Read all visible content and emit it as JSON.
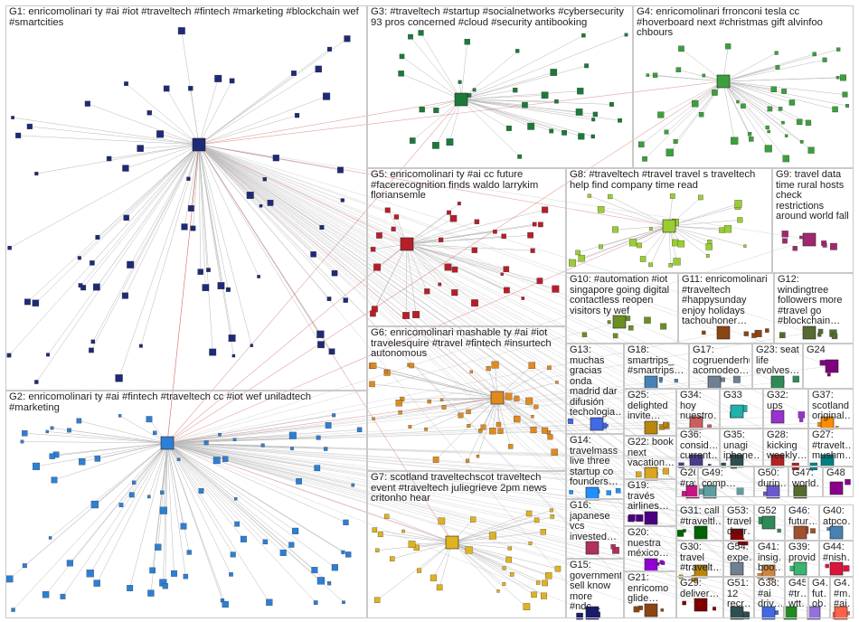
{
  "groups": [
    {
      "id": "g1",
      "label": "G1: enricomolinari ty #ai #iot #traveltech #fintech #marketing #blockchain wef #smartcities",
      "color": "#1e2a78",
      "nodes": 70,
      "hub": [
        220,
        160
      ],
      "big": true
    },
    {
      "id": "g2",
      "label": "G2: enricomolinari ty #ai #fintech #traveltech cc #iot wef uniladtech #marketing",
      "color": "#2c7fd6",
      "nodes": 80,
      "hub": [
        185,
        490
      ],
      "big": true
    },
    {
      "id": "g3",
      "label": "G3: #traveltech #startup #socialnetworks #cybersecurity 93 pros concerned #cloud #security antibooking",
      "color": "#1b7a3a",
      "nodes": 35,
      "hub": [
        510,
        110
      ],
      "big": true
    },
    {
      "id": "g4",
      "label": "G4: enricomolinari frronconi tesla cc #hoverboard next #christmas gift alvinfoo chbours",
      "color": "#3aa03a",
      "nodes": 45,
      "hub": [
        800,
        90
      ],
      "big": true
    },
    {
      "id": "g5",
      "label": "G5: enricomolinari ty #ai cc future #facerecognition finds waldo larrykim floriansemle",
      "color": "#b81e2a",
      "nodes": 35,
      "hub": [
        450,
        270
      ],
      "big": true
    },
    {
      "id": "g6",
      "label": "G6: enricomolinari mashable ty #ai #iot travelesquire #travel #fintech #insurtech autonomous",
      "color": "#e08a1e",
      "nodes": 45,
      "hub": [
        550,
        440
      ],
      "big": true
    },
    {
      "id": "g7",
      "label": "G7: scotland traveltechscot traveltech event #traveltech juliegrieve 2pm news critonho hear",
      "color": "#e0b21e",
      "nodes": 35,
      "hub": [
        500,
        600
      ],
      "big": true
    },
    {
      "id": "g8",
      "label": "G8: #traveltech #travel travel s traveltech help find company time read",
      "color": "#9acd32",
      "nodes": 30,
      "hub": [
        740,
        250
      ],
      "big": true
    },
    {
      "id": "g9",
      "label": "G9: travel data time rural hosts check restrictions around world fall",
      "color": "#a0286e",
      "nodes": 8,
      "hub": [
        895,
        265
      ]
    },
    {
      "id": "g10",
      "label": "G10: #automation #iot singapore going digital contactless reopen visitors ty wef",
      "color": "#6b8e23",
      "nodes": 8,
      "hub": [
        685,
        345
      ]
    },
    {
      "id": "g11",
      "label": "G11: enricomolinari #traveltech #happysunday enjoy holidays tachouhoner…",
      "color": "#8b4513",
      "nodes": 6,
      "hub": [
        800,
        345
      ]
    },
    {
      "id": "g12",
      "label": "G12: windingtree followers more #travel go #blockchain…",
      "color": "#556b2f",
      "nodes": 5,
      "hub": [
        895,
        345
      ]
    },
    {
      "id": "g13",
      "label": "G13: muchas gracias onda madrid dar difusión techologia…",
      "color": "#4169e1",
      "nodes": 5,
      "hub": [
        660,
        430
      ]
    },
    {
      "id": "g18",
      "label": "G18: smartrips_ #smartrips…",
      "color": "#4682b4",
      "nodes": 3,
      "hub": [
        720,
        405
      ]
    },
    {
      "id": "g17",
      "label": "G17: cogruenderhub acomodeo…",
      "color": "#708090",
      "nodes": 3,
      "hub": [
        790,
        405
      ]
    },
    {
      "id": "g23",
      "label": "G23: seat life evolves…",
      "color": "#2e8b57",
      "nodes": 3,
      "hub": [
        860,
        405
      ]
    },
    {
      "id": "g24",
      "label": "G24",
      "color": "#800080",
      "nodes": 2,
      "hub": [
        920,
        405
      ]
    },
    {
      "id": "g25",
      "label": "G25: delighted invite…",
      "color": "#b8860b",
      "nodes": 3,
      "hub": [
        720,
        455
      ]
    },
    {
      "id": "g34",
      "label": "G34: hoy nuestro…",
      "color": "#cd5c5c",
      "nodes": 2,
      "hub": [
        770,
        455
      ]
    },
    {
      "id": "g33",
      "label": "G33",
      "color": "#20b2aa",
      "nodes": 2,
      "hub": [
        815,
        455
      ]
    },
    {
      "id": "g32",
      "label": "G32: ups",
      "color": "#9932cc",
      "nodes": 2,
      "hub": [
        860,
        455
      ]
    },
    {
      "id": "g37",
      "label": "G37: scotland original…",
      "color": "#ff8c00",
      "nodes": 2,
      "hub": [
        915,
        455
      ]
    },
    {
      "id": "g36",
      "label": "G36: consid… current…",
      "color": "#483d8b",
      "nodes": 2,
      "hub": [
        770,
        495
      ]
    },
    {
      "id": "g35",
      "label": "G35: unagi iphone…",
      "color": "#2f4f4f",
      "nodes": 2,
      "hub": [
        815,
        495
      ]
    },
    {
      "id": "g28",
      "label": "G28: kicking weekly…",
      "color": "#b22222",
      "nodes": 2,
      "hub": [
        860,
        495
      ]
    },
    {
      "id": "g27",
      "label": "G27: #travelt… mushm…",
      "color": "#008080",
      "nodes": 2,
      "hub": [
        915,
        495
      ]
    },
    {
      "id": "g14",
      "label": "G14: travelmass live three startup co founders…",
      "color": "#1e90ff",
      "nodes": 4,
      "hub": [
        655,
        515
      ]
    },
    {
      "id": "g22",
      "label": "G22: book next vacation…",
      "color": "#daa520",
      "nodes": 3,
      "hub": [
        720,
        510
      ]
    },
    {
      "id": "g26",
      "label": "G26: #rategai…",
      "color": "#c71585",
      "nodes": 2,
      "hub": [
        770,
        530
      ]
    },
    {
      "id": "g49",
      "label": "G49: comp…",
      "color": "#5f9ea0",
      "nodes": 2,
      "hub": [
        785,
        540
      ]
    },
    {
      "id": "g50",
      "label": "G50: durin…",
      "color": "#6a5acd",
      "nodes": 2,
      "hub": [
        855,
        540
      ]
    },
    {
      "id": "g47",
      "label": "G47: world…",
      "color": "#556b2f",
      "nodes": 2,
      "hub": [
        885,
        540
      ]
    },
    {
      "id": "g48",
      "label": "G48",
      "color": "#8b008b",
      "nodes": 2,
      "hub": [
        925,
        540
      ]
    },
    {
      "id": "g19",
      "label": "G19: través airlines…",
      "color": "#4b0082",
      "nodes": 3,
      "hub": [
        720,
        550
      ]
    },
    {
      "id": "g16",
      "label": "G16: japanese vcs invested…",
      "color": "#b03060",
      "nodes": 3,
      "hub": [
        655,
        575
      ]
    },
    {
      "id": "g31",
      "label": "G31: call #traveltl…",
      "color": "#006400",
      "nodes": 2,
      "hub": [
        775,
        575
      ]
    },
    {
      "id": "g53",
      "label": "G53: travel door…",
      "color": "#8b0000",
      "nodes": 2,
      "hub": [
        815,
        575
      ]
    },
    {
      "id": "g52",
      "label": "G52",
      "color": "#2e8b57",
      "nodes": 2,
      "hub": [
        850,
        575
      ]
    },
    {
      "id": "g46",
      "label": "G46: futur…",
      "color": "#a0522d",
      "nodes": 2,
      "hub": [
        885,
        575
      ]
    },
    {
      "id": "g40",
      "label": "G40: atpco…",
      "color": "#4682b4",
      "nodes": 2,
      "hub": [
        925,
        575
      ]
    },
    {
      "id": "g20",
      "label": "G20: nuestra méxico…",
      "color": "#9400d3",
      "nodes": 3,
      "hub": [
        720,
        600
      ]
    },
    {
      "id": "g30",
      "label": "G30: travel #travelt…",
      "color": "#b8860b",
      "nodes": 2,
      "hub": [
        775,
        615
      ]
    },
    {
      "id": "g54",
      "label": "G54: expe…",
      "color": "#708090",
      "nodes": 2,
      "hub": [
        815,
        610
      ]
    },
    {
      "id": "g41",
      "label": "G41: insig… boo…",
      "color": "#cd853f",
      "nodes": 2,
      "hub": [
        850,
        615
      ]
    },
    {
      "id": "g39",
      "label": "G39: provid…",
      "color": "#3cb371",
      "nodes": 2,
      "hub": [
        885,
        610
      ]
    },
    {
      "id": "g44",
      "label": "G44: #nish…",
      "color": "#dc143c",
      "nodes": 2,
      "hub": [
        925,
        610
      ]
    },
    {
      "id": "g15",
      "label": "G15: government sell know more #ndc…",
      "color": "#191970",
      "nodes": 3,
      "hub": [
        655,
        640
      ]
    },
    {
      "id": "g21",
      "label": "G21: enricomo glide…",
      "color": "#8b4513",
      "nodes": 3,
      "hub": [
        720,
        655
      ]
    },
    {
      "id": "g29",
      "label": "G29: deliver…",
      "color": "#800000",
      "nodes": 2,
      "hub": [
        775,
        660
      ]
    },
    {
      "id": "g51",
      "label": "G51: 12 recr…",
      "color": "#2f4f4f",
      "nodes": 2,
      "hub": [
        815,
        660
      ]
    },
    {
      "id": "g38",
      "label": "G38: #ai driv…",
      "color": "#4169e1",
      "nodes": 2,
      "hub": [
        850,
        660
      ]
    },
    {
      "id": "g45",
      "label": "G45: #tr… wtt…",
      "color": "#228b22",
      "nodes": 2,
      "hub": [
        870,
        660
      ]
    },
    {
      "id": "g43",
      "label": "G4…: fut… ob…",
      "color": "#9370db",
      "nodes": 2,
      "hub": [
        900,
        660
      ]
    },
    {
      "id": "g42",
      "label": "G4…: #m… #ai…",
      "color": "#ff6347",
      "nodes": 2,
      "hub": [
        930,
        660
      ]
    }
  ]
}
